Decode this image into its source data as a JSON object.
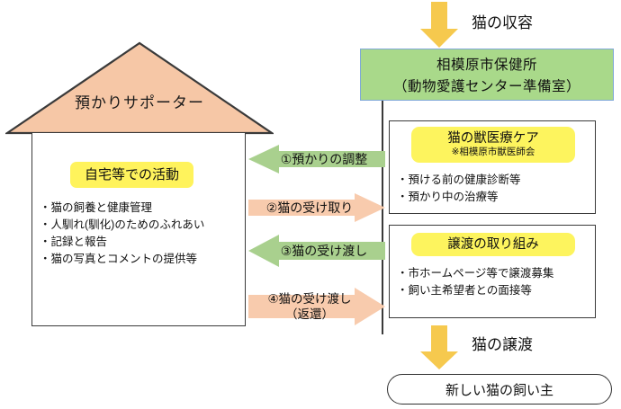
{
  "diagram": {
    "title_not_shown": "",
    "colors": {
      "roof_fill": "#f6c7a6",
      "health_center_fill": "#a9d98a",
      "health_center_border": "#7fa8d8",
      "yellow_arrow": "#f6c94e",
      "yellow_badge": "#fdf45e",
      "green_arrow": "#a9d08e",
      "orange_arrow": "#f8cbad",
      "outline": "#3a3a3a"
    }
  },
  "intake": {
    "arrow_icon": "down-arrow-icon",
    "label": "猫の収容"
  },
  "health_center": {
    "line1": "相模原市保健所",
    "line2": "（動物愛護センター準備室）"
  },
  "vet_care": {
    "badge_title": "猫の獣医療ケア",
    "badge_subtitle": "※相模原市獣医師会",
    "items": [
      "・預ける前の健康診断等",
      "・預かり中の治療等"
    ]
  },
  "transfer": {
    "badge_title": "譲渡の取り組み",
    "items": [
      "・市ホームページ等で譲渡募集",
      "・飼い主希望者との面接等"
    ]
  },
  "adoption": {
    "arrow_icon": "down-arrow-icon",
    "label": "猫の譲渡"
  },
  "new_owner": {
    "label": "新しい猫の飼い主"
  },
  "supporter_house": {
    "roof_label": "預かりサポーター",
    "activity_badge": "自宅等での活動",
    "activity_items": [
      "・猫の飼養と健康管理",
      "・人馴れ(馴化)のためのふれあい",
      "・記録と報告",
      "・猫の写真とコメントの提供等"
    ]
  },
  "steps": [
    {
      "id": "step-1",
      "number": "①",
      "label": "①預かりの調整",
      "direction": "left",
      "color": "#a9d08e",
      "icon": "left-arrow-icon"
    },
    {
      "id": "step-2",
      "number": "②",
      "label": "②猫の受け取り",
      "direction": "right",
      "color": "#f8cbad",
      "icon": "right-arrow-icon"
    },
    {
      "id": "step-3",
      "number": "③",
      "label": "③猫の受け渡し",
      "direction": "left",
      "color": "#a9d08e",
      "icon": "left-arrow-icon"
    },
    {
      "id": "step-4",
      "number": "④",
      "label": "④猫の受け渡し",
      "label_line2": "（返還）",
      "direction": "right",
      "color": "#f8cbad",
      "icon": "right-arrow-icon"
    }
  ]
}
